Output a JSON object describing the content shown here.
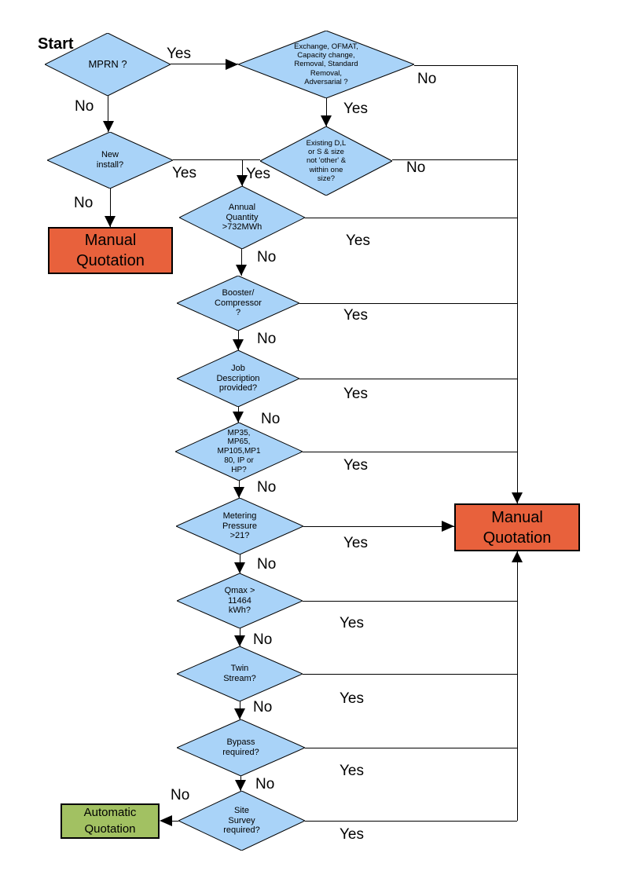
{
  "colors": {
    "decision_fill": "#A9D3F8",
    "manual_fill": "#E8613C",
    "automatic_fill": "#A2C162",
    "line": "#000000"
  },
  "flowchart": {
    "start_label": "Start",
    "decisions": {
      "mprn": "MPRN ?",
      "exchange": "Exchange, OFMAT,\nCapacity change,\nRemoval, Standard\nRemoval,\nAdversarial ?",
      "new_install": "New\ninstall?",
      "existing": "Existing D,L\nor S & size\nnot 'other' &\nwithin one\nsize?",
      "annual_quantity": "Annual\nQuantity\n>732MWh",
      "booster": "Booster/\nCompressor\n?",
      "job_description": "Job\nDescription\nprovided?",
      "meter_type": "MP35,\nMP65,\nMP105,MP1\n80, IP or\nHP?",
      "metering_pressure": "Metering\nPressure\n>21?",
      "qmax": "Qmax >\n11464\nkWh?",
      "twin_stream": "Twin\nStream?",
      "bypass": "Bypass\nrequired?",
      "site_survey": "Site\nSurvey\nrequired?"
    },
    "terminals": {
      "manual_left": "Manual\nQuotation",
      "manual_right": "Manual\nQuotation",
      "automatic": "Automatic\nQuotation"
    },
    "edge_labels": {
      "mprn_yes": "Yes",
      "mprn_no": "No",
      "exchange_yes": "Yes",
      "exchange_no": "No",
      "new_install_yes": "Yes",
      "new_install_no": "No",
      "existing_yes": "Yes",
      "existing_no": "No",
      "annual_yes": "Yes",
      "annual_no": "No",
      "booster_yes": "Yes",
      "booster_no": "No",
      "job_yes": "Yes",
      "job_no": "No",
      "meter_type_yes": "Yes",
      "meter_type_no": "No",
      "metering_pressure_yes": "Yes",
      "metering_pressure_no": "No",
      "qmax_yes": "Yes",
      "qmax_no": "No",
      "twin_yes": "Yes",
      "twin_no": "No",
      "bypass_yes": "Yes",
      "bypass_no": "No",
      "site_yes": "Yes",
      "site_no": "No"
    }
  }
}
